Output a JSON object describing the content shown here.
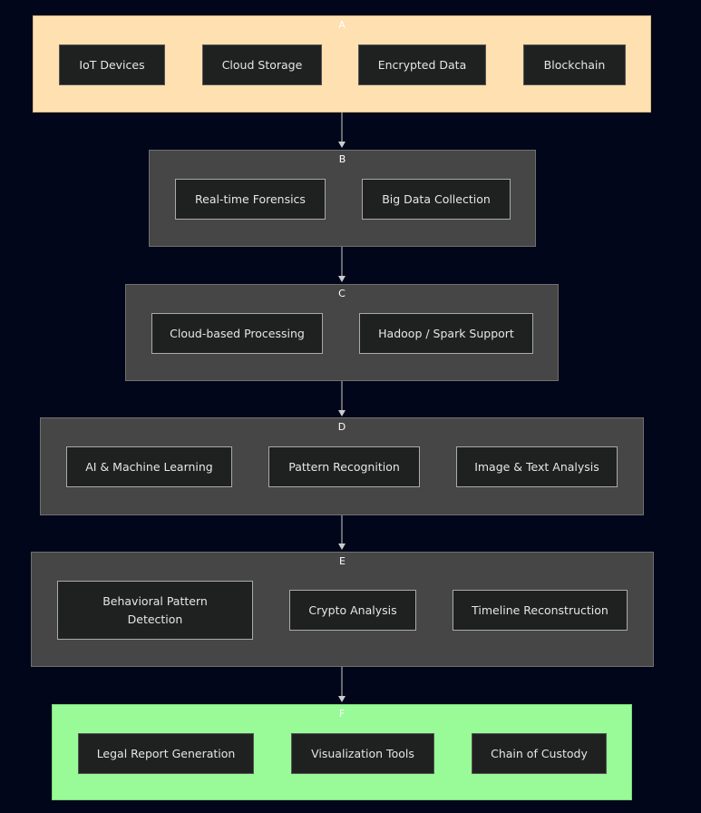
{
  "groups": {
    "a": {
      "label": "A",
      "nodes": [
        "IoT Devices",
        "Cloud Storage",
        "Encrypted Data",
        "Blockchain"
      ]
    },
    "b": {
      "label": "B",
      "nodes": [
        "Real-time Forensics",
        "Big Data Collection"
      ]
    },
    "c": {
      "label": "C",
      "nodes": [
        "Cloud-based Processing",
        "Hadoop / Spark Support"
      ]
    },
    "d": {
      "label": "D",
      "nodes": [
        "AI & Machine Learning",
        "Pattern Recognition",
        "Image & Text Analysis"
      ]
    },
    "e": {
      "label": "E",
      "nodes": [
        "Behavioral Pattern Detection",
        "Crypto Analysis",
        "Timeline Reconstruction"
      ]
    },
    "f": {
      "label": "F",
      "nodes": [
        "Legal Report Generation",
        "Visualization Tools",
        "Chain of Custody"
      ]
    }
  },
  "edges": [
    {
      "from": "A",
      "to": "B"
    },
    {
      "from": "B",
      "to": "C"
    },
    {
      "from": "C",
      "to": "D"
    },
    {
      "from": "D",
      "to": "E"
    },
    {
      "from": "E",
      "to": "F"
    }
  ],
  "colors": {
    "background": "#02061a",
    "group_a_fill": "#ffe0b0",
    "group_default_fill": "#464646",
    "group_f_fill": "#98fb98",
    "node_fill": "#1f2020",
    "edge": "#cccccc"
  }
}
